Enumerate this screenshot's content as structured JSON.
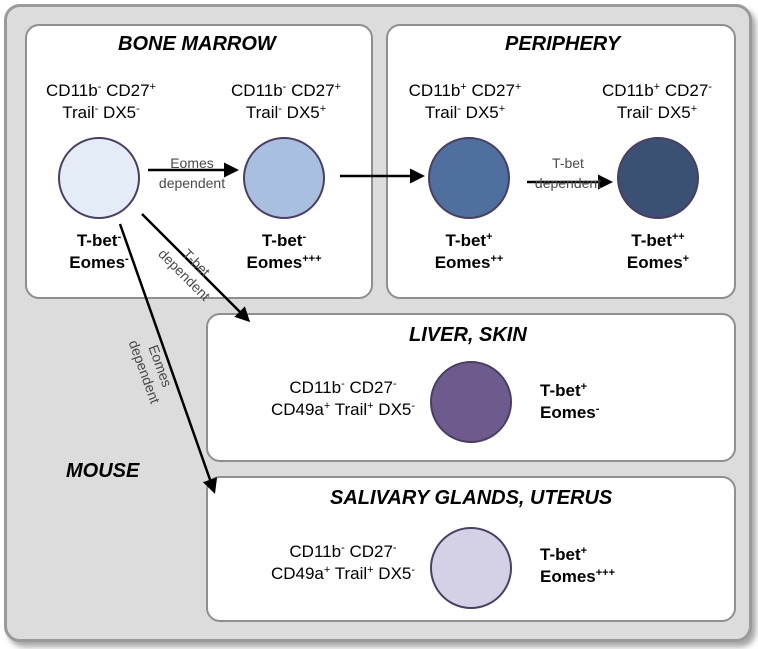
{
  "panels": {
    "bone_marrow": {
      "title": "BONE MARROW",
      "cells": [
        {
          "marker_line1": [
            [
              "CD11b",
              "-"
            ],
            [
              " CD27",
              "+"
            ]
          ],
          "marker_line2": [
            [
              "Trail",
              "-"
            ],
            [
              " DX5",
              "-"
            ]
          ],
          "tf_line1": [
            [
              "T-bet",
              "-"
            ]
          ],
          "tf_line2": [
            [
              "Eomes",
              "-"
            ]
          ],
          "color": "#e4ecf7"
        },
        {
          "marker_line1": [
            [
              "CD11b",
              "-"
            ],
            [
              " CD27",
              "+"
            ]
          ],
          "marker_line2": [
            [
              "Trail",
              "-"
            ],
            [
              " DX5",
              "+"
            ]
          ],
          "tf_line1": [
            [
              "T-bet",
              "-"
            ]
          ],
          "tf_line2": [
            [
              "Eomes",
              "+++"
            ]
          ],
          "color": "#a9bfe0"
        }
      ]
    },
    "periphery": {
      "title": "PERIPHERY",
      "cells": [
        {
          "marker_line1": [
            [
              "CD11b",
              "+"
            ],
            [
              " CD27",
              "+"
            ]
          ],
          "marker_line2": [
            [
              "Trail",
              "-"
            ],
            [
              " DX5",
              "+"
            ]
          ],
          "tf_line1": [
            [
              "T-bet",
              "+"
            ]
          ],
          "tf_line2": [
            [
              "Eomes",
              "++"
            ]
          ],
          "color": "#4f6f9e"
        },
        {
          "marker_line1": [
            [
              "CD11b",
              "+"
            ],
            [
              " CD27",
              "-"
            ]
          ],
          "marker_line2": [
            [
              "Trail",
              "-"
            ],
            [
              " DX5",
              "+"
            ]
          ],
          "tf_line1": [
            [
              "T-bet",
              "++"
            ]
          ],
          "tf_line2": [
            [
              "Eomes",
              "+"
            ]
          ],
          "color": "#3a5174"
        }
      ]
    },
    "liver_skin": {
      "title": "LIVER, SKIN",
      "marker_line1": [
        [
          "CD11b",
          "-"
        ],
        [
          " CD27",
          "-"
        ]
      ],
      "marker_line2": [
        [
          "CD49a",
          "+"
        ],
        [
          " Trail",
          "+"
        ],
        [
          " DX5",
          "-"
        ]
      ],
      "tf_line1": [
        [
          "T-bet",
          "+"
        ]
      ],
      "tf_line2": [
        [
          "Eomes",
          "-"
        ]
      ],
      "color": "#6e5b8e"
    },
    "salivary_uterus": {
      "title": "SALIVARY GLANDS, UTERUS",
      "marker_line1": [
        [
          "CD11b",
          "-"
        ],
        [
          " CD27",
          "-"
        ]
      ],
      "marker_line2": [
        [
          "CD49a",
          "+"
        ],
        [
          " Trail",
          "+"
        ],
        [
          " DX5",
          "-"
        ]
      ],
      "tf_line1": [
        [
          "T-bet",
          "+"
        ]
      ],
      "tf_line2": [
        [
          "Eomes",
          "+++"
        ]
      ],
      "color": "#d4d0e6"
    }
  },
  "arrow_labels": {
    "eomes_dependent_1": "Eomes",
    "eomes_dependent_2": "dependent",
    "tbet_dependent_1": "T-bet",
    "tbet_dependent_2": "dependent",
    "diag_tbet_1": "T-bet",
    "diag_tbet_2": "dependent",
    "diag_eomes_1": "Eomes",
    "diag_eomes_2": "dependent"
  },
  "species_label": "MOUSE"
}
